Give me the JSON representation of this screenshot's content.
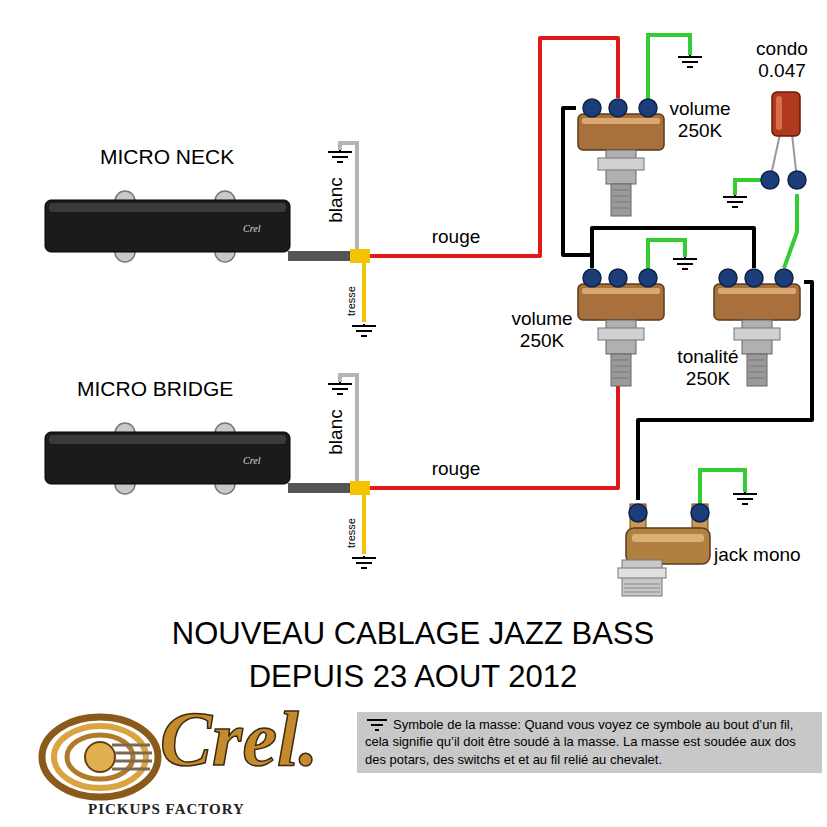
{
  "diagram": {
    "title": "NOUVEAU CABLAGE JAZZ BASS DEPUIS 23 AOUT 2012",
    "nodes": [
      {
        "text": [
          "MICRO NECK",
          "Crel"
        ]
      },
      {
        "text": [
          "volume 250K"
        ]
      },
      {
        "text": [
          "condo 0.047"
        ]
      },
      {
        "text": [
          "volume 250K"
        ]
      },
      {
        "text": [
          "tonalité 250K"
        ]
      },
      {
        "text": [
          "MICRO BRIDGE",
          "Crel"
        ]
      },
      {
        "text": [
          "jack mono"
        ]
      }
    ],
    "edges": [
      {
        "from": 0,
        "to": 1,
        "arrow": "none",
        "label": "rouge"
      },
      {
        "from": 5,
        "to": 3,
        "arrow": "none",
        "label": "rouge"
      },
      {
        "from": 1,
        "to": 3,
        "arrow": "none"
      },
      {
        "from": 3,
        "to": 4,
        "arrow": "none"
      },
      {
        "from": 2,
        "to": 4,
        "arrow": "none"
      },
      {
        "from": 4,
        "to": 6,
        "arrow": "none"
      }
    ],
    "labels": [
      "blanc",
      "tresse",
      "blanc",
      "tresse",
      "Crel.",
      "PICKUPS FACTORY"
    ],
    "legend": [
      {
        "text": "Symbole de la masse: Quand vous voyez ce symbole au bout d’un fil, cela signifie qu’il doit être soudé à la masse. La masse est soudée aux dos des potars, des switchs et et au fil relié au chevalet."
      }
    ]
  }
}
